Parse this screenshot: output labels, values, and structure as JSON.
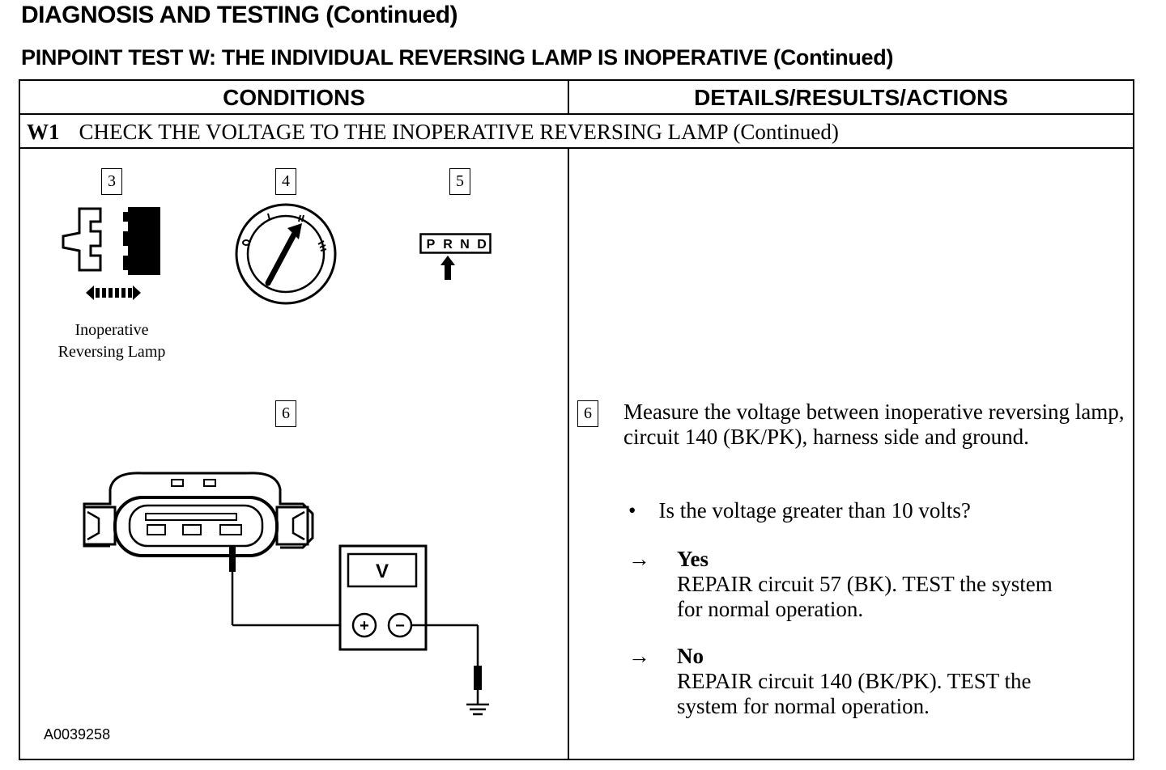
{
  "header": {
    "title": "DIAGNOSIS AND TESTING (Continued)",
    "pinpoint": "PINPOINT TEST W: THE INDIVIDUAL REVERSING LAMP IS INOPERATIVE (Continued)"
  },
  "table": {
    "col_conditions": "CONDITIONS",
    "col_details": "DETAILS/RESULTS/ACTIONS",
    "step_id": "W1",
    "step_title": "CHECK THE VOLTAGE TO THE INOPERATIVE REVERSING LAMP (Continued)"
  },
  "figures": {
    "step3": "3",
    "step4": "4",
    "step5": "5",
    "step6": "6",
    "lamp_caption_line1": "Inoperative",
    "lamp_caption_line2": "Reversing Lamp",
    "gear_letters": [
      "P",
      "R",
      "N",
      "D"
    ],
    "ignition_positions": [
      "0",
      "I",
      "II",
      "III"
    ],
    "meter_label": "V",
    "meter_plus": "+",
    "meter_minus": "−",
    "figure_id": "A0039258"
  },
  "details": {
    "step_number": "6",
    "instruction": "Measure the voltage between inoperative reversing lamp, circuit 140 (BK/PK), harness side and ground.",
    "bullet": "•",
    "question": "Is the voltage greater than 10 volts?",
    "results": [
      {
        "arrow": "→",
        "answer": "Yes",
        "action_line1": "REPAIR circuit 57 (BK). TEST the system",
        "action_line2": "for normal operation."
      },
      {
        "arrow": "→",
        "answer": "No",
        "action_line1": "REPAIR circuit 140 (BK/PK). TEST the",
        "action_line2": "system for normal operation."
      }
    ]
  }
}
